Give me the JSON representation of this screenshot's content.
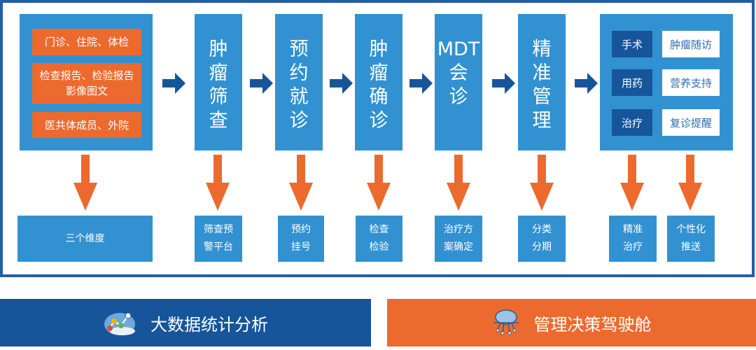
{
  "sources": {
    "items": [
      "门诊、住院、体检",
      "检查报告、检验报告\n影像图文",
      "医共体成员、外院"
    ]
  },
  "steps": [
    "肿\n瘤\n筛\n查",
    "预\n约\n就\n诊",
    "肿\n瘤\n确\n诊",
    "MDT\n会\n诊",
    "精\n准\n管\n理"
  ],
  "management": {
    "left": [
      "手术",
      "用药",
      "治疗"
    ],
    "right": [
      "肿瘤随访",
      "营养支持",
      "复诊提醒"
    ]
  },
  "outputs": [
    "三个维度",
    "筛查预\n警平台",
    "预约\n挂号",
    "检查\n检验",
    "治疗方\n案确定",
    "分类\n分期",
    "精准\n治疗",
    "个性化\n推送"
  ],
  "banners": {
    "left": "大数据统计分析",
    "right": "管理决策驾驶舱"
  },
  "colors": {
    "frame": "#1f5fa8",
    "box": "#3291d1",
    "orange": "#ec6a2e",
    "dark": "#17559a"
  }
}
